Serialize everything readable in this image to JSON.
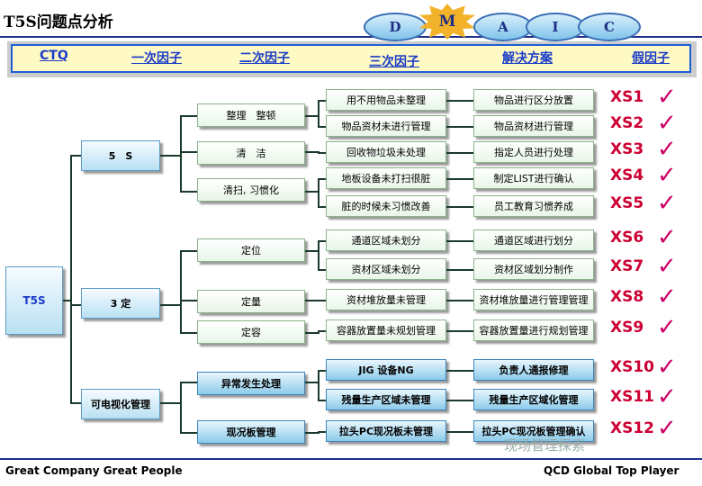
{
  "title": "T5S问题点分析",
  "dmaic": [
    "D",
    "M",
    "A",
    "I",
    "C"
  ],
  "headers": [
    "CTQ",
    "一次因子",
    "二次因子",
    "三次因子",
    "解决方案",
    "假因子"
  ],
  "root": "T5S",
  "primary": [
    "5　S",
    "3 定",
    "可电视化管理"
  ],
  "secondary": [
    "整理　整顿",
    "清　洁",
    "清扫, 习惯化",
    "定位",
    "定量",
    "定容",
    "异常发生处理",
    "现况板管理"
  ],
  "tertiary": [
    "用不用物品未整理",
    "物品资材未进行管理",
    "回收物垃圾未处理",
    "地板设备未打扫很脏",
    "脏的时候未习惯改善",
    "通道区域未划分",
    "资材区域未划分",
    "资材堆放量未管理",
    "容器放置量未规划管理",
    "JIG 设备NG",
    "残量生产区域未管理",
    "拉头PC现况板未管理"
  ],
  "solutions": [
    "物品进行区分放置",
    "物品资材进行管理",
    "指定人员进行处理",
    "制定LIST进行确认",
    "员工教育习惯养成",
    "通道区域进行划分",
    "资材区域划分制作",
    "资材堆放量进行管理管理",
    "容器放置量进行规划管理",
    "负责人通报修理",
    "残量生产区域化管理",
    "拉头PC现况板管理确认"
  ],
  "xs": [
    "XS1",
    "XS2",
    "XS3",
    "XS4",
    "XS5",
    "XS6",
    "XS7",
    "XS8",
    "XS9",
    "XS10",
    "XS11",
    "XS12"
  ],
  "check": "✓",
  "footer_left": "Great Company Great People",
  "footer_right": "QCD Global Top Player",
  "watermark": "现场管理探索"
}
